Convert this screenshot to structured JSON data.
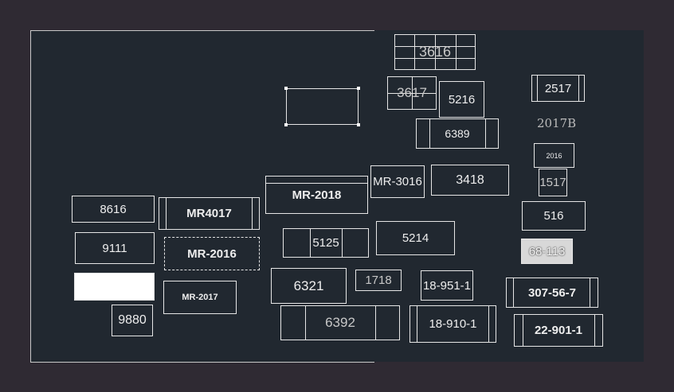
{
  "drawing": {
    "blocks": {
      "b3616": "3616",
      "b3617": "3617",
      "b5216": "5216",
      "b2517": "2517",
      "b6389": "6389",
      "b2016s": "2016",
      "b1517": "1517",
      "b3418": "3418",
      "bmr3016": "MR-3016",
      "bmr2018": "MR-2018",
      "b8616": "8616",
      "bmr4017": "MR4017",
      "b516": "516",
      "b5125": "5125",
      "b5214": "5214",
      "b9111": "9111",
      "bmr2016": "MR-2016",
      "b68113": "68-113",
      "b6321": "6321",
      "b1718": "1718",
      "b18951": "18-951-1",
      "b307567": "307-56-7",
      "bmr2017": "MR-2017",
      "b9880": "9880",
      "b6392": "6392",
      "b18910": "18-910-1",
      "b229011": "22-901-1"
    },
    "free_text": {
      "t2017b": "2017B"
    }
  }
}
